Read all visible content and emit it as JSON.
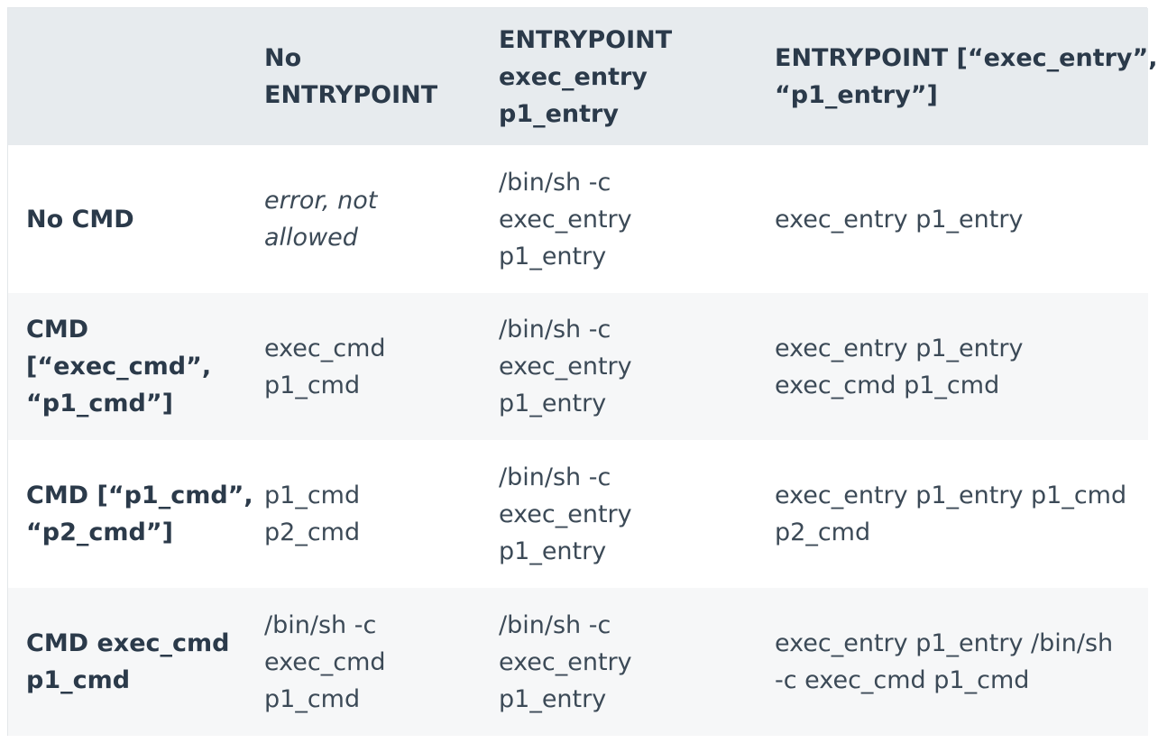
{
  "table": {
    "corner": "",
    "columns": [
      [
        "No",
        "ENTRYPOINT"
      ],
      [
        "ENTRYPOINT",
        "exec_entry",
        "p1_entry"
      ],
      [
        "ENTRYPOINT [“exec_entry”,",
        "“p1_entry”]"
      ]
    ],
    "rows": [
      {
        "label": [
          "No CMD"
        ],
        "cells": [
          [
            "error, not",
            "allowed"
          ],
          [
            "/bin/sh -c",
            "exec_entry",
            "p1_entry"
          ],
          [
            "exec_entry p1_entry"
          ]
        ]
      },
      {
        "label": [
          "CMD",
          "[“exec_cmd”,",
          "“p1_cmd”]"
        ],
        "cells": [
          [
            "exec_cmd",
            "p1_cmd"
          ],
          [
            "/bin/sh -c",
            "exec_entry",
            "p1_entry"
          ],
          [
            "exec_entry p1_entry",
            "exec_cmd p1_cmd"
          ]
        ]
      },
      {
        "label": [
          "CMD [“p1_cmd”,",
          "“p2_cmd”]"
        ],
        "cells": [
          [
            "p1_cmd",
            "p2_cmd"
          ],
          [
            "/bin/sh -c",
            "exec_entry",
            "p1_entry"
          ],
          [
            "exec_entry p1_entry p1_cmd",
            "p2_cmd"
          ]
        ]
      },
      {
        "label": [
          "CMD exec_cmd",
          "p1_cmd"
        ],
        "cells": [
          [
            "/bin/sh -c",
            "exec_cmd",
            "p1_cmd"
          ],
          [
            "/bin/sh -c",
            "exec_entry",
            "p1_entry"
          ],
          [
            "exec_entry p1_entry /bin/sh",
            "-c exec_cmd p1_cmd"
          ]
        ]
      }
    ],
    "colors": {
      "header_bg": "#e7ebee",
      "stripe_bg": "#f6f7f8",
      "text": "#2b3a4a"
    }
  }
}
